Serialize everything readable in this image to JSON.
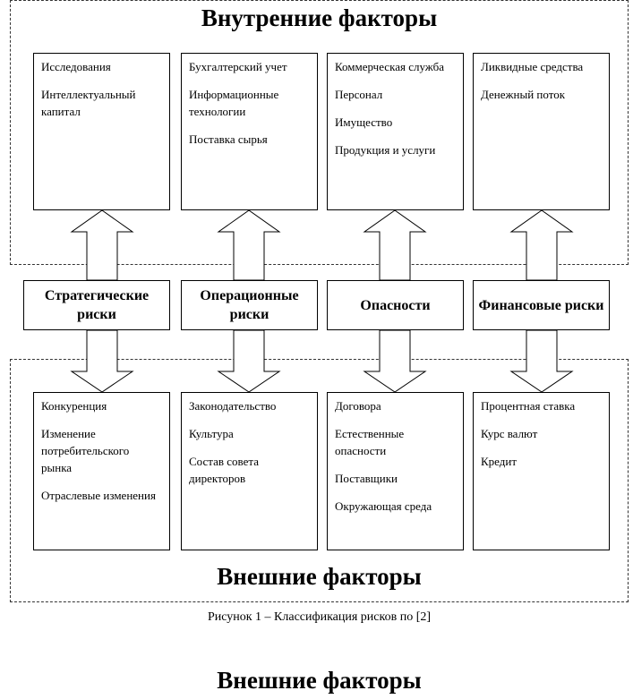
{
  "internal": {
    "title": "Внутренние факторы",
    "columns": [
      {
        "items": [
          "Исследования",
          "Интеллектуальный капитал"
        ]
      },
      {
        "items": [
          "Бухгалтерский учет",
          "Информационные технологии",
          "Поставка сырья"
        ]
      },
      {
        "items": [
          "Коммерческая служба",
          "Персонал",
          "Имущество",
          "Продукция и услуги"
        ]
      },
      {
        "items": [
          "Ликвидные средства",
          "Денежный поток"
        ]
      }
    ]
  },
  "risks": [
    "Стратегические риски",
    "Операционные риски",
    "Опасности",
    "Финансовые риски"
  ],
  "external": {
    "title": "Внешние факторы",
    "columns": [
      {
        "items": [
          "Конкуренция",
          "Изменение потребительского рынка",
          "Отраслевые изменения"
        ]
      },
      {
        "items": [
          "Законодательство",
          "Культура",
          "Состав совета директоров"
        ]
      },
      {
        "items": [
          "Договора",
          "Естественные опасности",
          "Поставщики",
          "Окружающая среда"
        ]
      },
      {
        "items": [
          "Процентная ставка",
          "Курс валют",
          "Кредит"
        ]
      }
    ]
  },
  "caption": "Рисунок 1 – Классификация рисков по [2]",
  "footer_title": "Внешние факторы"
}
